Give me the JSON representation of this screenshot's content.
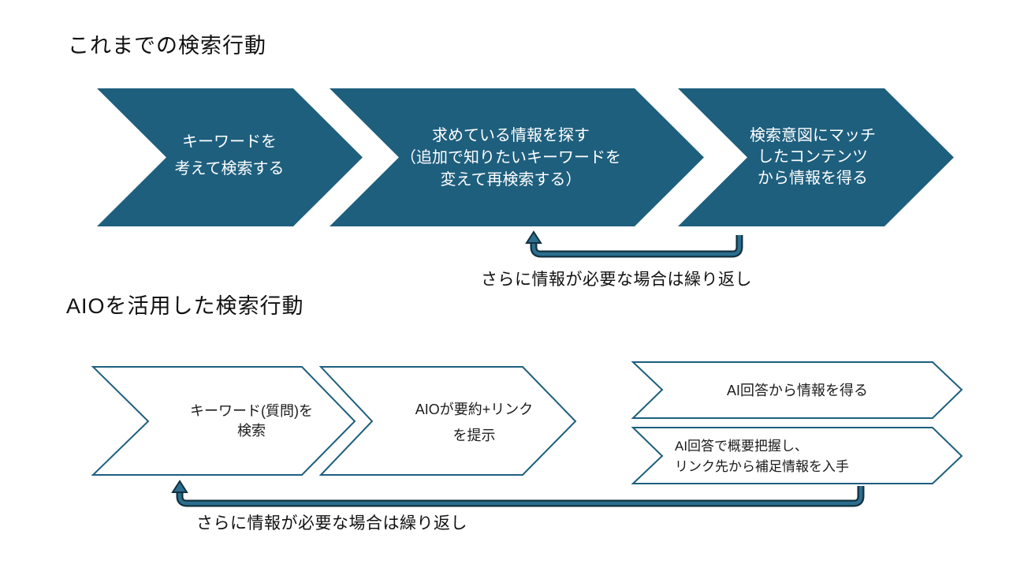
{
  "page": {
    "background": "#FFFFFF"
  },
  "colors": {
    "chevron_fill": "#1E5F7E",
    "chevron_outline": "#1E5F7E",
    "arrow_core": "#2B6E8F",
    "arrow_outline": "#12303F",
    "title_text": "#111111",
    "step_text_light": "#FFFFFF",
    "step_text_dark": "#1C1C1C"
  },
  "section_top": {
    "title": "これまでの検索行動",
    "steps": [
      {
        "lines": [
          "キーワードを",
          "考えて検索する"
        ]
      },
      {
        "lines": [
          "求めている情報を探す",
          "（追加で知りたいキーワードを",
          "変えて再検索する）"
        ]
      },
      {
        "lines": [
          "検索意図にマッチ",
          "したコンテンツ",
          "から情報を得る"
        ]
      }
    ],
    "loop_note": "さらに情報が必要な場合は繰り返し"
  },
  "section_bottom": {
    "title": "AIOを活用した検索行動",
    "steps": [
      {
        "lines": [
          "キーワード(質問)を",
          "検索"
        ]
      },
      {
        "lines": [
          "AIOが要約+リンク",
          "を提示"
        ]
      }
    ],
    "branches": [
      {
        "lines": [
          "AI回答から情報を得る"
        ]
      },
      {
        "lines": [
          "AI回答で概要把握し、",
          "リンク先から補足情報を入手"
        ]
      }
    ],
    "loop_note": "さらに情報が必要な場合は繰り返し"
  }
}
